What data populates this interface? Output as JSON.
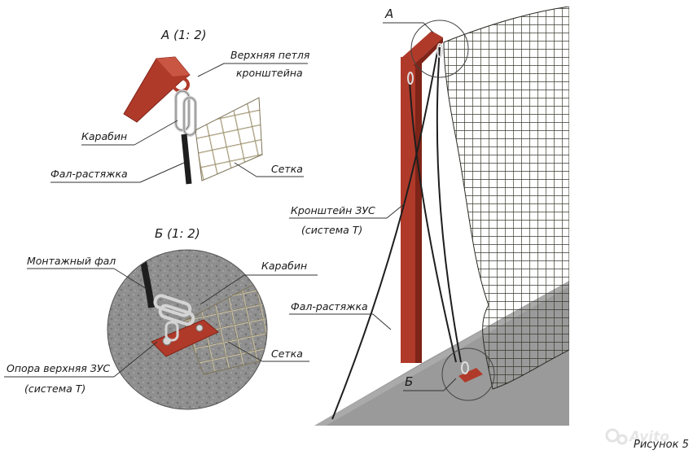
{
  "detail_a": {
    "title": "А (1: 2)",
    "labels": {
      "top_loop_line1": "Верхняя петля",
      "top_loop_line2": "кронштейна",
      "carabiner": "Карабин",
      "guy_line": "Фал-растяжка",
      "net": "Сетка"
    }
  },
  "detail_b": {
    "title": "Б (1: 2)",
    "labels": {
      "mounting_line": "Монтажный фал",
      "carabiner": "Карабин",
      "net": "Сетка",
      "support_line1": "Опора верхняя ЗУС",
      "support_line2": "(система Т)"
    }
  },
  "main": {
    "marker_a": "А",
    "marker_b": "Б",
    "labels": {
      "bracket_line1": "Кронштейн ЗУС",
      "bracket_line2": "(система Т)",
      "guy_line": "Фал-растяжка"
    }
  },
  "figure_caption": "Рисунок 5",
  "watermark": "Avito",
  "colors": {
    "bracket": "#b03a2a",
    "bracket_dark": "#7e2418",
    "rope": "#1e1e1e",
    "gravel": "#8d8d8d"
  }
}
